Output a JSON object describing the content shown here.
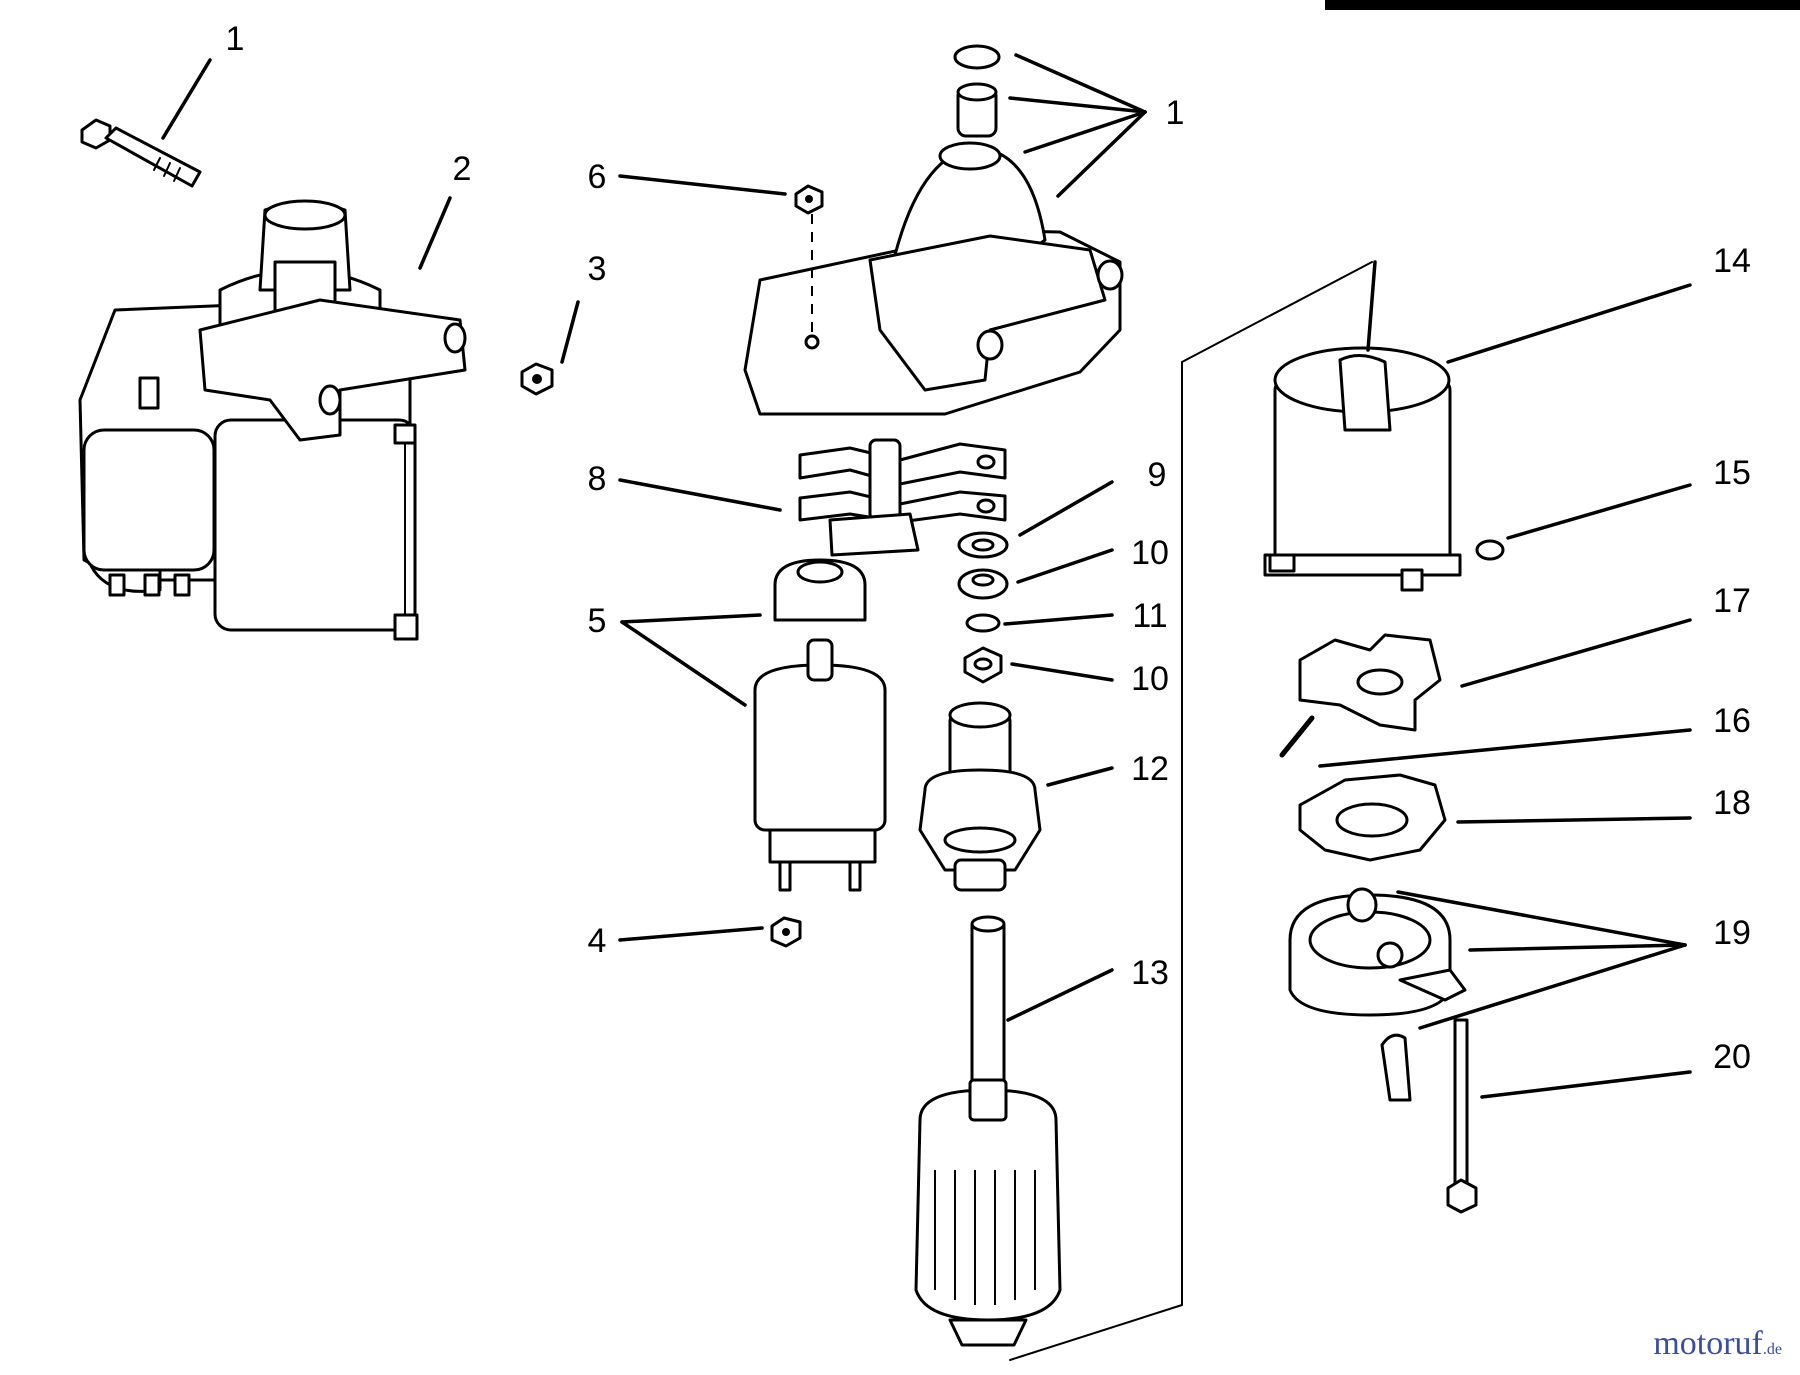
{
  "header": {
    "text": ""
  },
  "watermark": {
    "brand": "motoruf",
    "suffix": ".de"
  },
  "callouts": {
    "c1a": "1",
    "c2": "2",
    "c3": "3",
    "c6": "6",
    "c1b": "1",
    "c8": "8",
    "c9": "9",
    "c10a": "10",
    "c11": "11",
    "c10b": "10",
    "c5": "5",
    "c12": "12",
    "c4": "4",
    "c13": "13",
    "c14": "14",
    "c15": "15",
    "c17": "17",
    "c16": "16",
    "c18": "18",
    "c19": "19",
    "c20": "20"
  }
}
